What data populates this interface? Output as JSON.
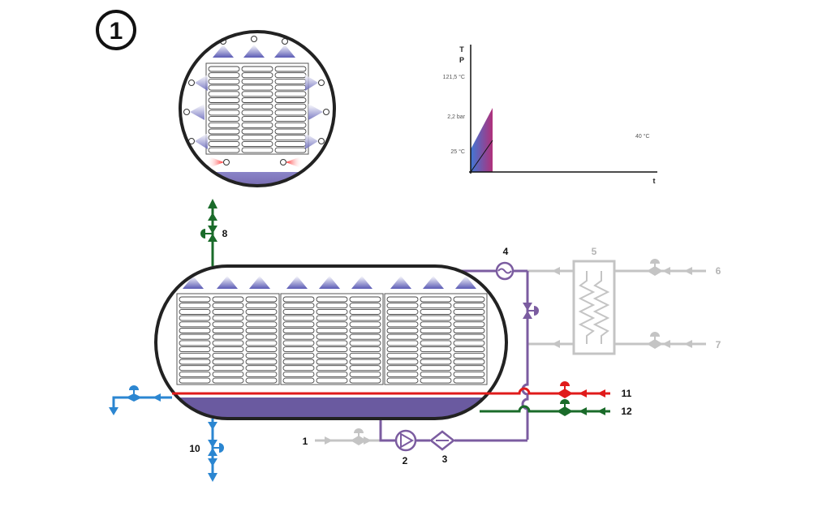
{
  "step_badge": "1",
  "graph": {
    "y_axis_labels": [
      "T",
      "P"
    ],
    "x_axis_label": "t",
    "temp_high": "121,5 °C",
    "pressure": "2,2 bar",
    "temp_start": "25 °C",
    "temp_end": "40 °C"
  },
  "callouts": {
    "c1": "1",
    "c2": "2",
    "c3": "3",
    "c4": "4",
    "c5": "5",
    "c6": "6",
    "c7": "7",
    "c8": "8",
    "c10": "10",
    "c11": "11",
    "c12": "12"
  },
  "colors": {
    "process": "#7b5ca0",
    "steam": "#1a6b2a",
    "hot_water": "#e01b1b",
    "drain": "#2b86d1",
    "inactive": "#c4c4c4",
    "outline": "#333333"
  }
}
